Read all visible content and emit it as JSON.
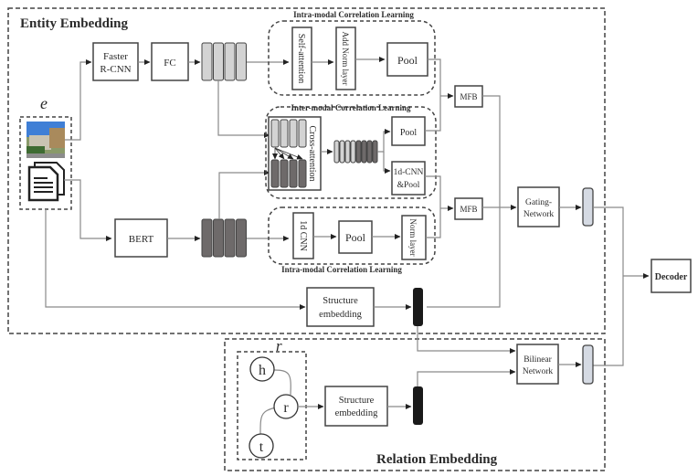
{
  "entity_embedding": {
    "title": "Entity Embedding",
    "entity_symbol": "e",
    "faster_rcnn": [
      "Faster",
      "R-CNN"
    ],
    "fc": "FC",
    "bert": "BERT",
    "structure_embedding": [
      "Structure",
      "embedding"
    ]
  },
  "intra_modal_top": {
    "title": "Intra-modal Correlation Learning",
    "self_attention": "Self-attention",
    "add_norm": "Add Norm layer",
    "pool": "Pool"
  },
  "inter_modal": {
    "title": "Inter-modal Correlation Learning",
    "cross_attention": "Cross-attention",
    "pool": "Pool",
    "cnn_pool": [
      "1d-CNN",
      "&Pool"
    ]
  },
  "intra_modal_bottom": {
    "title": "Intra-modal Correlation Learning",
    "cnn": "1d CNN",
    "pool": "Pool",
    "norm": "Norm layer"
  },
  "fusion": {
    "mfb_top": "MFB",
    "mfb_bottom": "MFB",
    "gating": [
      "Gating-",
      "Network"
    ]
  },
  "decoder": "Decoder",
  "relation_embedding": {
    "title": "Relation Embedding",
    "relation_symbol": "r",
    "nodes": [
      "h",
      "r",
      "t"
    ],
    "structure_embedding": [
      "Structure",
      "embedding"
    ],
    "bilinear": [
      "Bilinear",
      "Network"
    ]
  },
  "colors": {
    "light_vector": "#d3d3d3",
    "dark_vector": "#6e6a6a",
    "output_vector": "#d5dae3",
    "struct_vector": "#1a1a1a"
  }
}
